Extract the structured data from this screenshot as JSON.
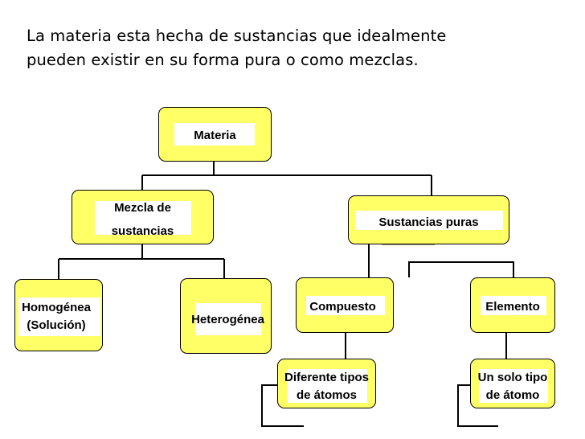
{
  "title": {
    "line1": "La materia esta hecha de sustancias que idealmente",
    "line2": "pueden existir en su forma pura o como mezclas."
  },
  "nodes": {
    "materia": "Materia",
    "mezcla_line1": "Mezcla de",
    "mezcla_line2": "sustancias",
    "sustancias_puras": "Sustancias puras",
    "homogenea_line1": "Homogénea",
    "homogenea_line2": "(Solución)",
    "heterogenea": "Heterogénea",
    "compuesto": "Compuesto",
    "elemento": "Elemento",
    "diferente_line1": "Diferente tipos",
    "diferente_line2": "de átomos",
    "un_solo_line1": "Un solo tipo",
    "un_solo_line2": "de átomo"
  },
  "colors": {
    "box_fill": "#ffff66",
    "box_border": "#000000",
    "connector": "#000000",
    "underline_mark": "#9aa070"
  }
}
